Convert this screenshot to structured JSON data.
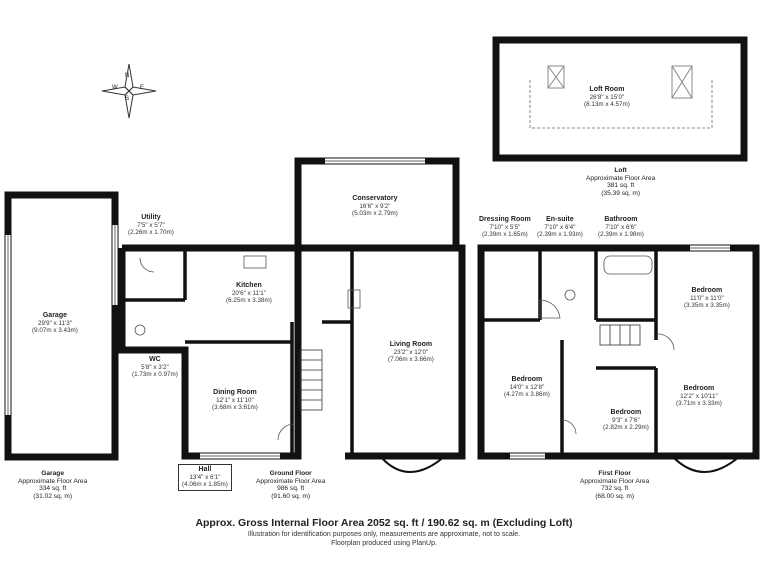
{
  "compass": {
    "points": [
      "N",
      "S",
      "E",
      "W"
    ]
  },
  "rooms": [
    {
      "key": "loft",
      "name": "Loft Room",
      "dims": [
        "26'8\" x 15'0\"",
        "(8.13m x 4.57m)"
      ]
    },
    {
      "key": "conservatory",
      "name": "Conservatory",
      "dims": [
        "16'6\" x 9'2\"",
        "(5.03m x 2.79m)"
      ]
    },
    {
      "key": "utility",
      "name": "Utility",
      "dims": [
        "7'5\" x 5'7\"",
        "(2.26m x 1.70m)"
      ]
    },
    {
      "key": "garage",
      "name": "Garage",
      "dims": [
        "29'9\" x 11'3\"",
        "(9.07m x 3.43m)"
      ]
    },
    {
      "key": "kitchen",
      "name": "Kitchen",
      "dims": [
        "20'6\" x 11'1\"",
        "(6.25m x 3.38m)"
      ]
    },
    {
      "key": "living",
      "name": "Living Room",
      "dims": [
        "23'2\" x 12'0\"",
        "(7.06m x 3.66m)"
      ]
    },
    {
      "key": "wc",
      "name": "WC",
      "dims": [
        "5'8\" x 3'2\"",
        "(1.73m x 0.97m)"
      ]
    },
    {
      "key": "dining",
      "name": "Dining Room",
      "dims": [
        "12'1\" x 11'10\"",
        "(3.68m x 3.61m)"
      ]
    },
    {
      "key": "hall",
      "name": "Hall",
      "dims": [
        "13'4\" x 6'1\"",
        "(4.06m x 1.85m)"
      ]
    },
    {
      "key": "dressing",
      "name": "Dressing Room",
      "dims": [
        "7'10\" x 5'5\"",
        "(2.39m x 1.65m)"
      ]
    },
    {
      "key": "ensuite",
      "name": "En-suite",
      "dims": [
        "7'10\" x 6'4\"",
        "(2.39m x 1.93m)"
      ]
    },
    {
      "key": "bathroom",
      "name": "Bathroom",
      "dims": [
        "7'10\" x 6'6\"",
        "(2.39m x 1.98m)"
      ]
    },
    {
      "key": "bed1",
      "name": "Bedroom",
      "dims": [
        "11'0\" x 11'0\"",
        "(3.35m x 3.35m)"
      ]
    },
    {
      "key": "bed2",
      "name": "Bedroom",
      "dims": [
        "14'0\" x 12'8\"",
        "(4.27m x 3.86m)"
      ]
    },
    {
      "key": "bed3",
      "name": "Bedroom",
      "dims": [
        "12'2\" x 10'11\"",
        "(3.71m x 3.33m)"
      ]
    },
    {
      "key": "bed4",
      "name": "Bedroom",
      "dims": [
        "9'3\" x 7'6\"",
        "(2.82m x 2.29m)"
      ]
    }
  ],
  "areas": [
    {
      "key": "loft",
      "lines": [
        "Loft",
        "Approximate Floor Area",
        "381 sq. ft",
        "(35.39 sq. m)"
      ]
    },
    {
      "key": "garage",
      "lines": [
        "Garage",
        "Approximate Floor Area",
        "334 sq. ft",
        "(31.02 sq. m)"
      ]
    },
    {
      "key": "ground",
      "lines": [
        "Ground Floor",
        "Approximate Floor Area",
        "986 sq. ft",
        "(91.60 sq. m)"
      ]
    },
    {
      "key": "first",
      "lines": [
        "First Floor",
        "Approximate Floor Area",
        "732 sq. ft",
        "(68.00 sq. m)"
      ]
    }
  ],
  "headline": "Approx. Gross Internal Floor Area 2052 sq. ft / 190.62 sq. m (Excluding Loft)",
  "disclaimer": [
    "Illustration for identification purposes only, measurements are approximate, not to scale.",
    "Floorplan produced using PlanUp."
  ]
}
